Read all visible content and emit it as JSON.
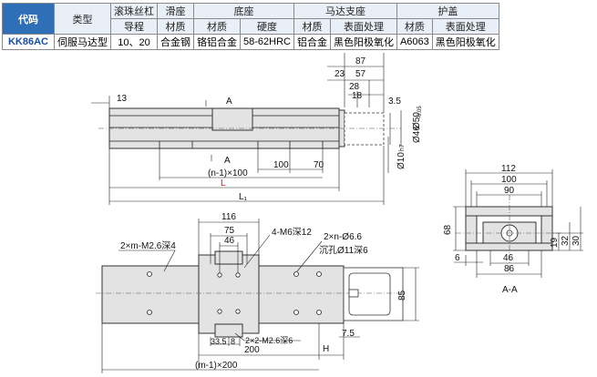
{
  "table": {
    "h_code": "代码",
    "h_type": "类型",
    "h_screw1": "滚珠丝杠",
    "h_screw2": "导程",
    "h_slider": "滑座",
    "h_base": "底座",
    "h_motor": "马达支座",
    "h_cover": "护盖",
    "h_material": "材质",
    "h_hardness": "硬度",
    "h_surface": "表面处理",
    "code": "KK86AC",
    "type": "伺服马达型",
    "lead": "10、20",
    "slider_mat": "合金钢",
    "base_mat": "铬铝合金",
    "base_hard": "58-62HRC",
    "motor_mat": "铝合金",
    "motor_surf": "黑色阳极氧化",
    "cover_mat": "A6063",
    "cover_surf": "黑色阳极氧化"
  },
  "dims": {
    "d87": "87",
    "d57": "57",
    "d23": "23",
    "d28": "28",
    "d18": "18",
    "d35": "3.5",
    "d13": "13",
    "secA1": "A",
    "secA2": "A",
    "phi46": "Ø46",
    "phi50": "Ø50",
    "tol50": "-0.05",
    "phi10": "Ø10",
    "tol10": "h7",
    "n100": "(n-1)×100",
    "d100": "100",
    "d70": "70",
    "L": "L",
    "L1": "L₁",
    "d116": "116",
    "d75": "75",
    "d46": "46",
    "m6": "4-M6深12",
    "m26": "2×m-M2.6深4",
    "phi66": "2×n-Ø6.6",
    "cb11": "沉孔Ø11深6",
    "d85": "85",
    "d75b": "7.5",
    "d200": "200",
    "H": "H",
    "m200": "(m-1)×200",
    "d335": "33.5",
    "d8": "8",
    "m26b": "2×2-M2.6深6",
    "e112": "112",
    "e100": "100",
    "e90": "90",
    "e68": "68",
    "e6": "6",
    "e46": "46",
    "e86": "86",
    "e19": "19",
    "e32": "32",
    "e30": "30",
    "AA": "A-A"
  }
}
